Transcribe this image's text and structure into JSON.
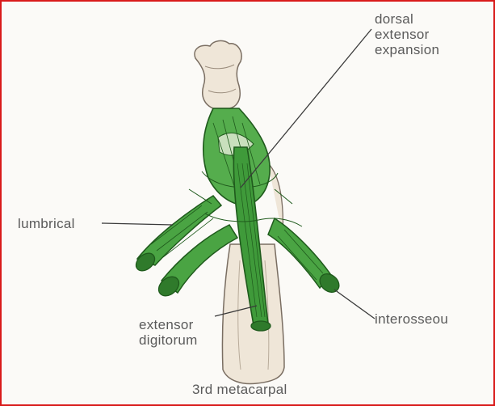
{
  "labels": {
    "dorsal": [
      "dorsal",
      "extensor",
      "expansion"
    ],
    "lumbrical": "lumbrical",
    "extensor": [
      "extensor",
      "digitorum"
    ],
    "interosseous": "interosseou",
    "metacarpal": "3rd metacarpal"
  },
  "colors": {
    "border": "#d91a1a",
    "tendon_green": "#3f9a3a",
    "tendon_dark": "#1f5a1c",
    "bone": "#eee5d8",
    "bone_outline": "#7a6e62",
    "label_text": "#5a5a5a"
  }
}
